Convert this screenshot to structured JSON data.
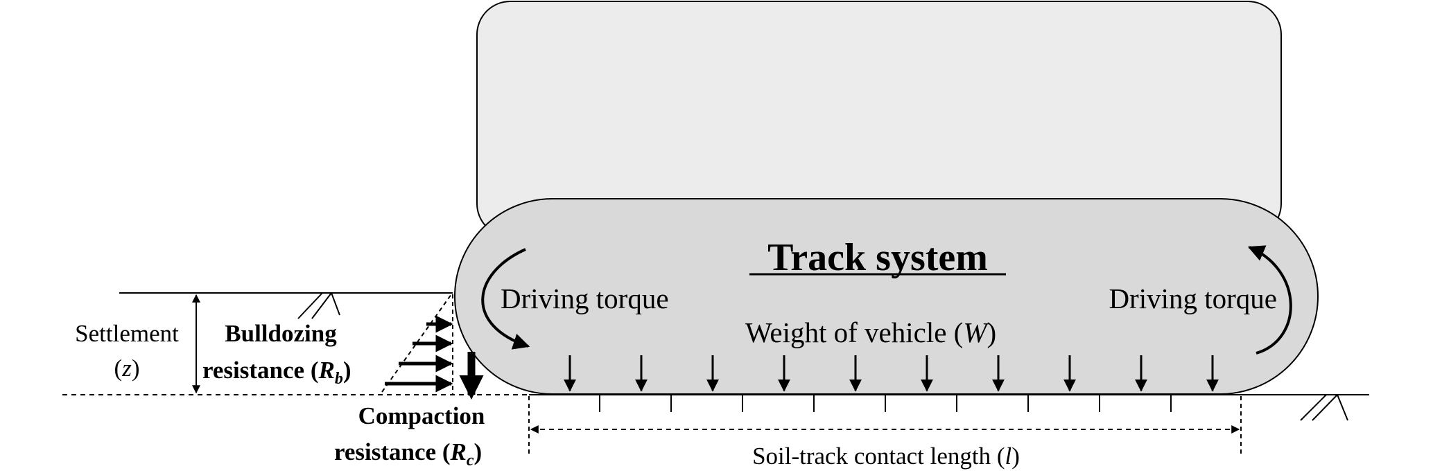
{
  "title": "Track system",
  "driving_torque_left": "Driving torque",
  "driving_torque_right": "Driving torque",
  "weight": {
    "text": "Weight of vehicle (",
    "symbol": "W",
    "close": ")"
  },
  "settlement": {
    "line1": "Settlement",
    "open": "(",
    "symbol": "z",
    "close": ")"
  },
  "bulldozing": {
    "line1": "Bulldozing",
    "line2": "resistance (",
    "symbol": "R",
    "sub": "b",
    "close": ")"
  },
  "compaction": {
    "line1": "Compaction",
    "line2": "resistance (",
    "symbol": "R",
    "sub": "c",
    "close": ")"
  },
  "contact_length": {
    "text": "Soil-track contact length (",
    "symbol": "l",
    "close": ")"
  },
  "colors": {
    "body_fill": "#ececec",
    "track_fill": "#d9d9d9",
    "stroke": "#000000"
  }
}
